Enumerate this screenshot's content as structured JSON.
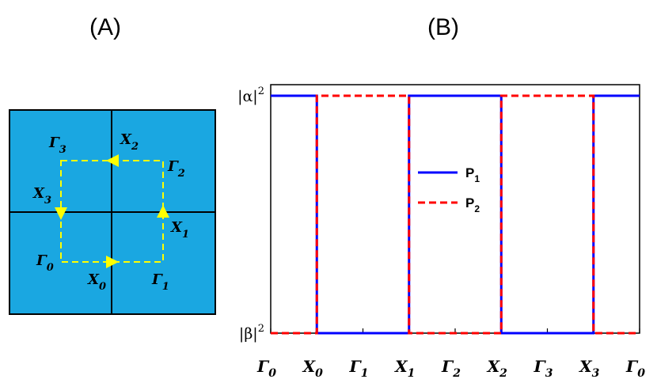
{
  "panel_a": {
    "label": "(A)",
    "colors": {
      "background": "#1aa7e1",
      "grid_line": "#000000",
      "path": "#ffff00"
    },
    "points": {
      "gamma0": {
        "base": "Γ",
        "sub": "0"
      },
      "gamma1": {
        "base": "Γ",
        "sub": "1"
      },
      "gamma2": {
        "base": "Γ",
        "sub": "2"
      },
      "gamma3": {
        "base": "Γ",
        "sub": "3"
      },
      "x0": {
        "base": "X",
        "sub": "0"
      },
      "x1": {
        "base": "X",
        "sub": "1"
      },
      "x2": {
        "base": "X",
        "sub": "2"
      },
      "x3": {
        "base": "X",
        "sub": "3"
      }
    }
  },
  "panel_b": {
    "label": "(B)"
  },
  "chart_data": {
    "type": "line",
    "title": "",
    "xlabel": "",
    "ylabel": "",
    "grid": false,
    "legend_position": "center",
    "x_ticks": [
      {
        "base": "Γ",
        "sub": "0"
      },
      {
        "base": "X",
        "sub": "0"
      },
      {
        "base": "Γ",
        "sub": "1"
      },
      {
        "base": "X",
        "sub": "1"
      },
      {
        "base": "Γ",
        "sub": "2"
      },
      {
        "base": "X",
        "sub": "2"
      },
      {
        "base": "Γ",
        "sub": "3"
      },
      {
        "base": "X",
        "sub": "3"
      },
      {
        "base": "Γ",
        "sub": "0"
      }
    ],
    "x_range": [
      0,
      8
    ],
    "y_ticks": [
      {
        "label": "|α|",
        "sup": "2",
        "value": 1
      },
      {
        "label": "|β|",
        "sup": "2",
        "value": 0
      }
    ],
    "y_range": [
      0,
      1
    ],
    "series": [
      {
        "name": "P",
        "sub": "1",
        "color": "#0000ff",
        "style": "solid",
        "x": [
          0,
          1,
          1,
          3,
          3,
          5,
          5,
          7,
          7,
          8
        ],
        "y": [
          1,
          1,
          0,
          0,
          1,
          1,
          0,
          0,
          1,
          1
        ]
      },
      {
        "name": "P",
        "sub": "2",
        "color": "#ff0000",
        "style": "dashed",
        "x": [
          0,
          1,
          1,
          3,
          3,
          5,
          5,
          7,
          7,
          8
        ],
        "y": [
          0,
          0,
          1,
          1,
          0,
          0,
          1,
          1,
          0,
          0
        ]
      }
    ]
  }
}
